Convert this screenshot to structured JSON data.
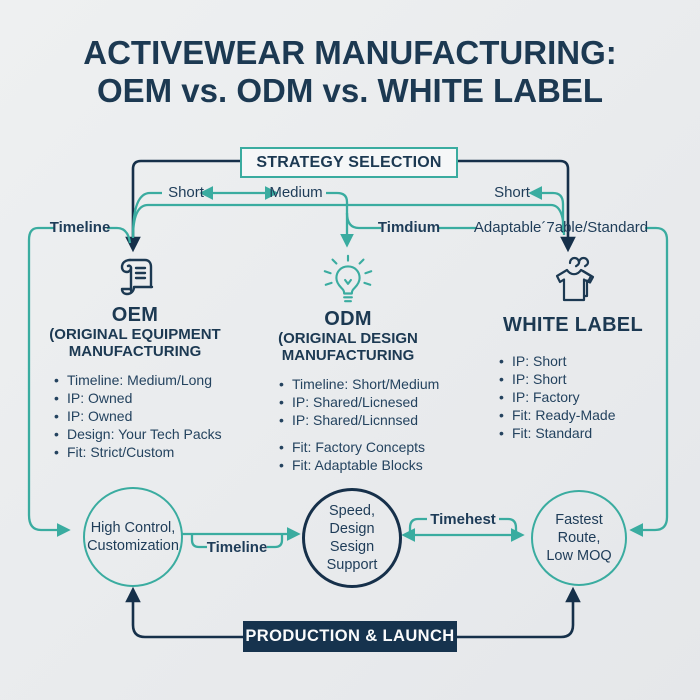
{
  "colors": {
    "navy": "#1c3952",
    "teal": "#3aaca0",
    "background": "#eaecee",
    "strategy_box_fill": "#f5f7f8",
    "production_box_fill": "#16334e",
    "production_text": "#fafbfc"
  },
  "title": {
    "line1": "ACTIVEWEAR MANUFACTURING:",
    "line2": "OEM vs. ODM vs. WHITE LABEL"
  },
  "strategy_box": {
    "label": "STRATEGY SELECTION"
  },
  "connector_labels": {
    "short_left": "Short",
    "medium": "Medium",
    "short_right": "Short",
    "timeline_top": "Timeline",
    "timdium": "Timdium",
    "adaptable": "Adaptable´7able/Standard"
  },
  "icons": {
    "oem": "scroll-document-icon",
    "odm": "lightbulb-icon",
    "white_label": "hanging-shirts-icon"
  },
  "columns": [
    {
      "title": "OEM",
      "subtitle_line1": "(ORIGINAL EQUIPMENT",
      "subtitle_line2": "MANUFACTURING",
      "bullets": [
        "Timeline: Medium/Long",
        "IP: Owned",
        "IP: Owned",
        "Design: Your Tech Packs",
        "Fit: Strict/Custom"
      ]
    },
    {
      "title": "ODM",
      "subtitle_line1": "(ORIGINAL DESIGN",
      "subtitle_line2": "MANUFACTURING",
      "bullets": [
        "Timeline: Short/Medium",
        "IP: Shared/Licnesed",
        "IP: Shared/Licnnsed",
        "Fit: Factory Concepts",
        "Fit: Adaptable Blocks"
      ]
    },
    {
      "title": "WHITE LABEL",
      "bullets": [
        "IP: Short",
        "IP: Short",
        "IP: Factory",
        "Fit: Ready-Made",
        "Fit: Standard"
      ]
    }
  ],
  "outcome_circles": [
    {
      "line1": "High Control,",
      "line2": "Customization"
    },
    {
      "line1": "Speed, Design",
      "line2": "Sesign Support"
    },
    {
      "line1": "Fastest Route,",
      "line2": "Low MOQ"
    }
  ],
  "bottom_arrows": {
    "timeline_label": "Timeline",
    "timehest_label": "Timehest"
  },
  "production_box": {
    "label": "PRODUCTION & LAUNCH"
  }
}
